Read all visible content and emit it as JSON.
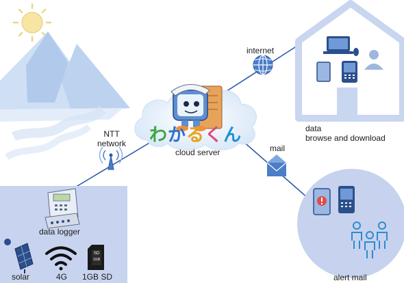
{
  "labels": {
    "ntt_network": "NTT\nnetwork",
    "cloud_server": "cloud server",
    "internet": "internet",
    "mail": "mail",
    "data_browse": "data\nbrowse and download",
    "alert_mail": "alert mail",
    "data_logger": "data logger",
    "solar": "solar",
    "network_4g": "4G",
    "sd_card": "1GB SD"
  },
  "logo": {
    "chars": [
      "わ",
      "か",
      "る",
      "く",
      "ん"
    ],
    "colors": [
      "#3fa640",
      "#2f6fc9",
      "#e9a21b",
      "#e0487c",
      "#1f8fd6"
    ]
  },
  "sd_card_text": {
    "brand": "SD",
    "size": "1GB"
  },
  "colors": {
    "line": "#2d5aa8",
    "panel": "#c8d4ef",
    "house_fill": "#c9d6f0",
    "circle_fill": "#c6d2ee"
  }
}
